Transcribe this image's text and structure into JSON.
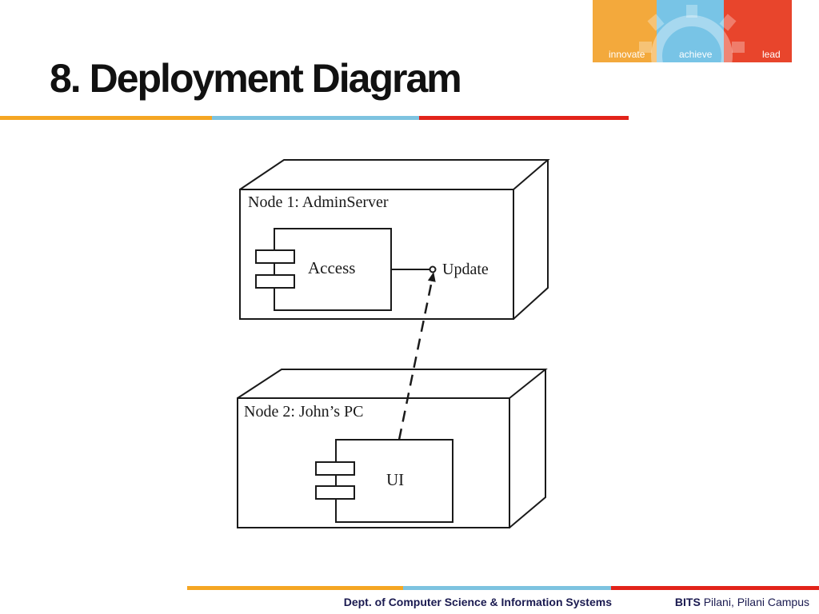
{
  "slide": {
    "title": "8. Deployment Diagram"
  },
  "colors": {
    "orange": "#f5a623",
    "blue": "#7dc3e0",
    "red": "#e2231a",
    "logo_orange": "#f3a93c",
    "logo_blue": "#78c4e6",
    "logo_red": "#e8452c",
    "footer_text": "#1a1a50"
  },
  "logo": {
    "words": [
      "innovate",
      "achieve",
      "lead"
    ]
  },
  "diagram": {
    "node1": {
      "label": "Node 1: AdminServer",
      "component": "Access",
      "interface": "Update"
    },
    "node2": {
      "label": "Node 2: John’s PC",
      "component": "UI"
    }
  },
  "footer": {
    "department": "Dept. of Computer Science & Information Systems",
    "brand": "BITS",
    "campus": "Pilani, Pilani Campus"
  }
}
